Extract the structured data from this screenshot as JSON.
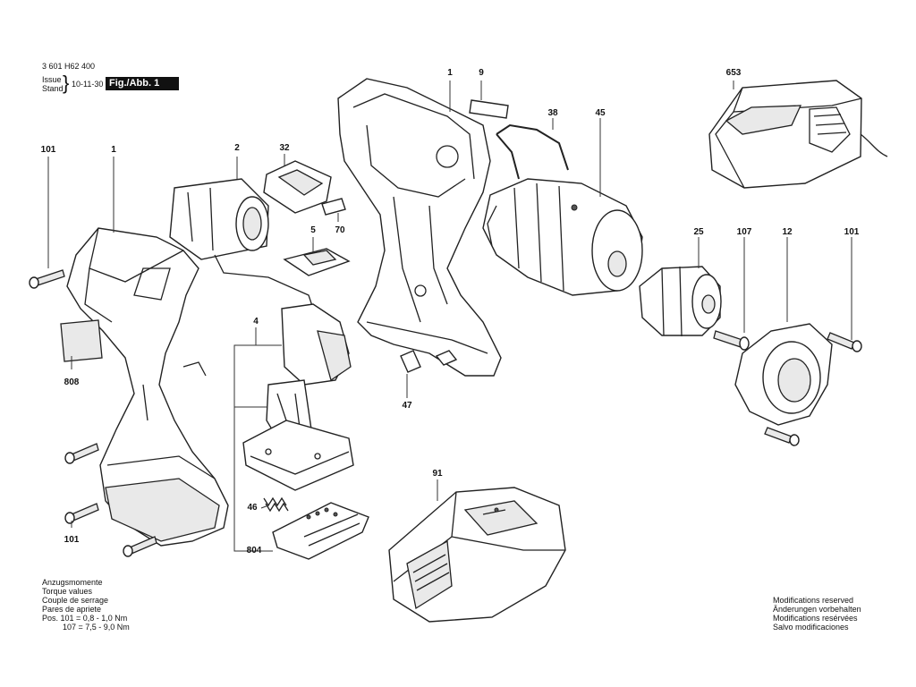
{
  "header": {
    "part_number": "3 601 H62 400",
    "issue_label": "Issue",
    "stand_label": "Stand",
    "date": "10-11-30",
    "figure_label": "Fig./Abb. 1"
  },
  "callouts": {
    "c1_top": "1",
    "c9": "9",
    "c653": "653",
    "c38": "38",
    "c45": "45",
    "c101_left_top": "101",
    "c1_left": "1",
    "c2": "2",
    "c32": "32",
    "c5": "5",
    "c70": "70",
    "c25": "25",
    "c107": "107",
    "c12": "12",
    "c101_right": "101",
    "c808": "808",
    "c4": "4",
    "c47": "47",
    "c91": "91",
    "c46": "46",
    "c101_left_bottom": "101",
    "c804": "804"
  },
  "torque_note": {
    "line1": "Anzugsmomente",
    "line2": "Torque values",
    "line3": "Couple de serrage",
    "line4": "Pares de apriete",
    "line5": "Pos.  101 =  0,8 - 1,0 Nm",
    "line6": "107 =  7,5 -  9,0 Nm"
  },
  "modifications_note": {
    "line1": "Modifications reserved",
    "line2": "Änderungen vorbehalten",
    "line3": "Modifications resérvées",
    "line4": "Salvo modificaciones"
  }
}
